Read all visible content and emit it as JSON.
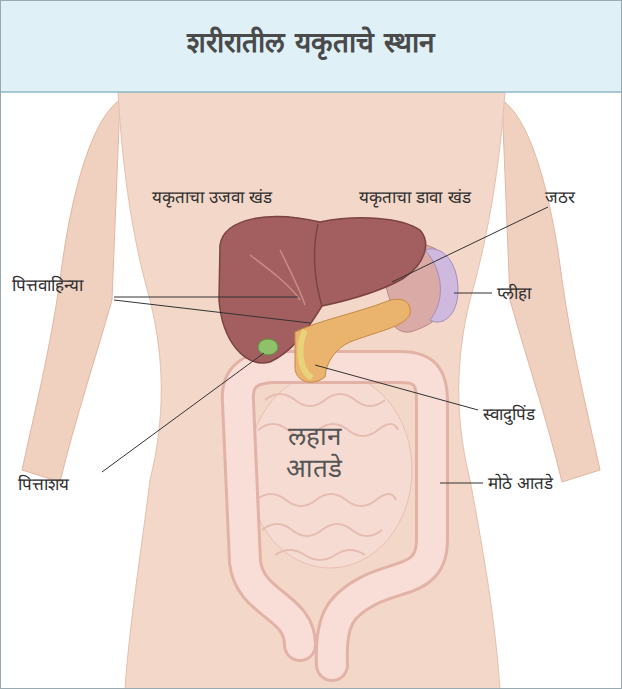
{
  "diagram": {
    "title": "शरीरातील यकृताचे स्थान",
    "labels": [
      "यकृताचा उजवा खंड",
      "यकृताचा डावा खंड",
      "जठर",
      "पित्तवाहिन्या",
      "प्लीहा",
      "स्वादुपिंड",
      "लहान आतडे",
      "पित्ताशय",
      "मोठे आतडे"
    ]
  }
}
